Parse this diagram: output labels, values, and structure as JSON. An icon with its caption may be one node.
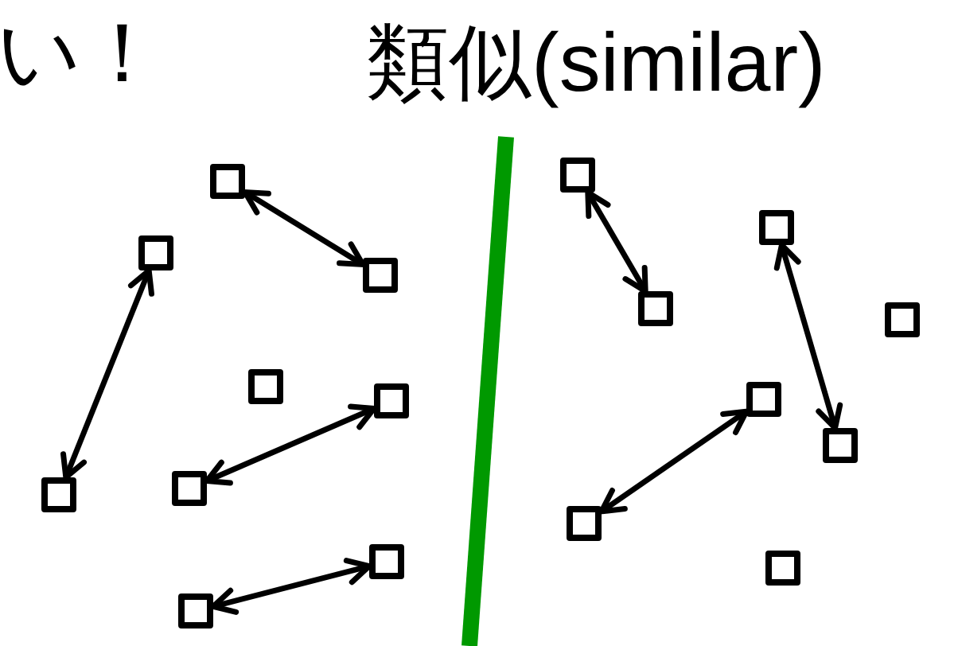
{
  "diagram": {
    "nodes": [
      {
        "text": [],
        "shape": "box"
      },
      {
        "text": [],
        "shape": "box"
      },
      {
        "text": [],
        "shape": "box"
      },
      {
        "text": [],
        "shape": "box"
      },
      {
        "text": [],
        "shape": "box"
      },
      {
        "text": [],
        "shape": "box"
      },
      {
        "text": [],
        "shape": "box"
      },
      {
        "text": [],
        "shape": "box"
      },
      {
        "text": [],
        "shape": "box"
      },
      {
        "text": [],
        "shape": "box"
      },
      {
        "text": [],
        "shape": "box"
      },
      {
        "text": [],
        "shape": "box"
      },
      {
        "text": [],
        "shape": "box"
      },
      {
        "text": [],
        "shape": "box"
      },
      {
        "text": [],
        "shape": "box"
      },
      {
        "text": [],
        "shape": "box"
      },
      {
        "text": [],
        "shape": "box"
      }
    ],
    "edges": [
      {
        "from": 1,
        "to": 4,
        "arrow": "both"
      },
      {
        "from": 3,
        "to": 12,
        "arrow": "both"
      },
      {
        "from": 9,
        "to": 11,
        "arrow": "both"
      },
      {
        "from": 14,
        "to": 16,
        "arrow": "both"
      },
      {
        "from": 0,
        "to": 5,
        "arrow": "both"
      },
      {
        "from": 2,
        "to": 10,
        "arrow": "both"
      },
      {
        "from": 8,
        "to": 13,
        "arrow": "both"
      }
    ],
    "labels": [
      "い！",
      "類似(similar)"
    ]
  }
}
